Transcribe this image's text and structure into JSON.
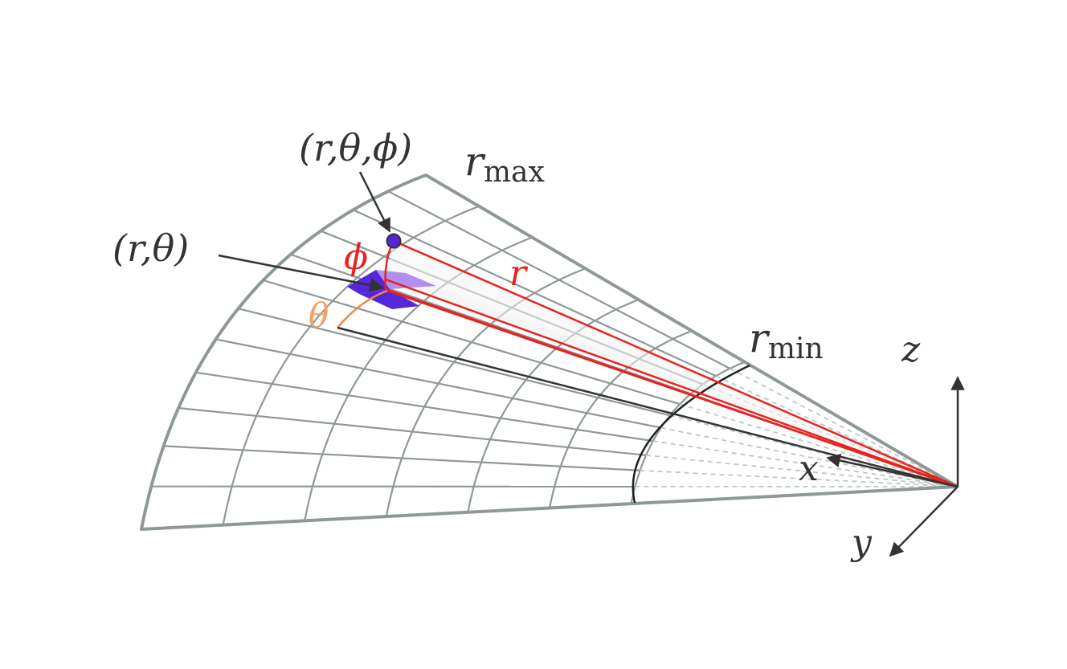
{
  "labels": {
    "point_3d": "(r,θ,ϕ)",
    "point_2d": "(r,θ)",
    "r_max_main": "r",
    "r_max_sub": "max",
    "r_min_main": "r",
    "r_min_sub": "min",
    "phi": "ϕ",
    "theta": "θ",
    "r": "r",
    "axis_x": "x",
    "axis_y": "y",
    "axis_z": "z"
  },
  "colors": {
    "grid": "#8f9898",
    "outline": "#8f9898",
    "red": "#e8231f",
    "orange": "#f4a064",
    "cell_dark": "#5527d9",
    "cell_light": "#b28ef0",
    "dark": "#333333",
    "dashed": "#bfc6c6"
  }
}
